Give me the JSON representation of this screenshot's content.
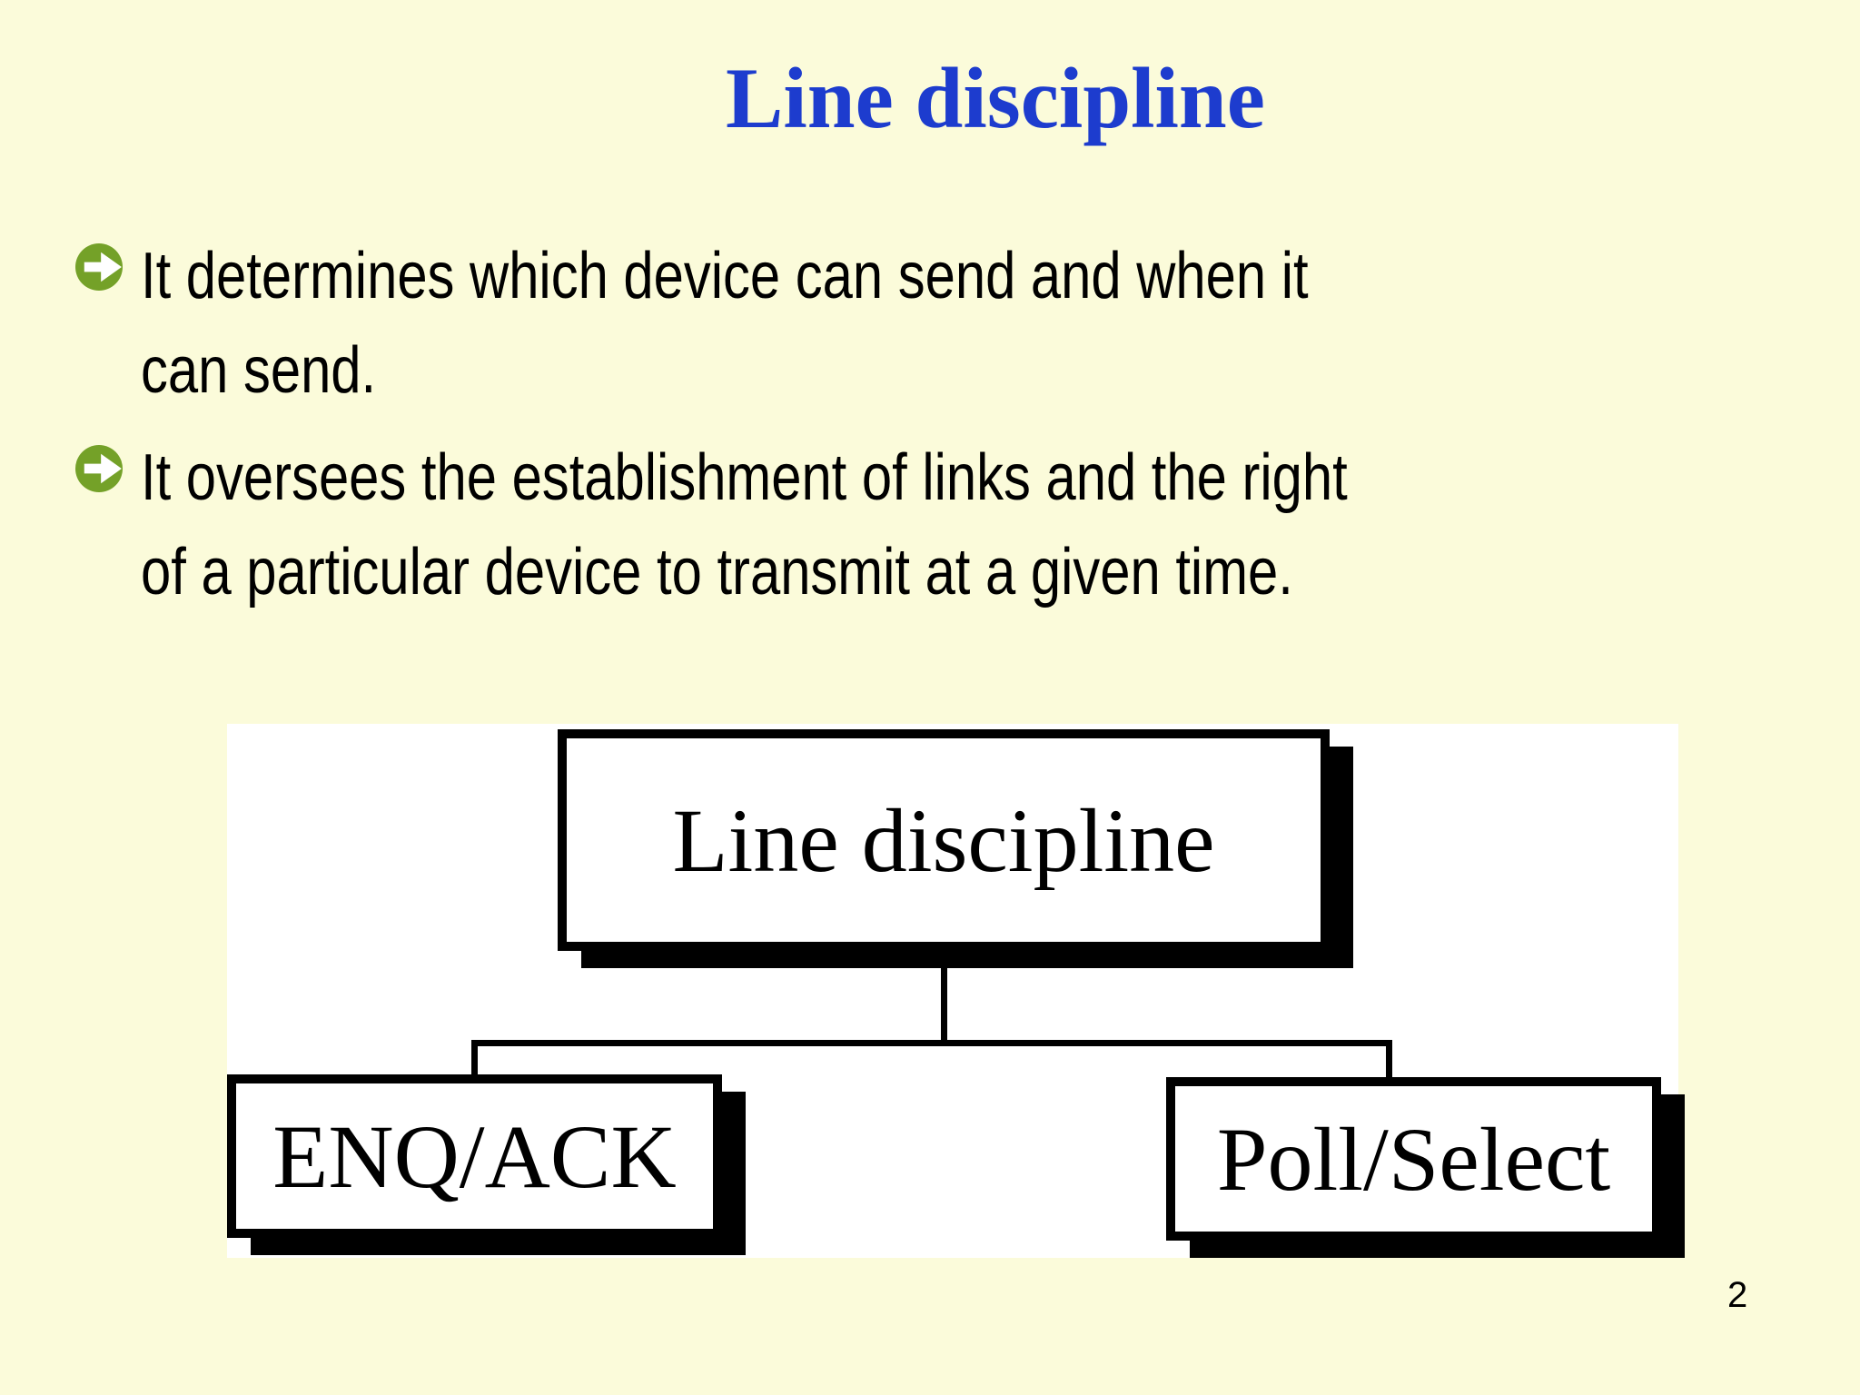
{
  "slide": {
    "title": "Line discipline",
    "bullets": [
      {
        "lines": [
          "It determines which device can send and when it",
          "can send."
        ]
      },
      {
        "lines": [
          "It oversees the establishment of links and the right",
          "of a particular device to transmit at a given time."
        ]
      }
    ],
    "diagram": {
      "root_label": "Line discipline",
      "children": [
        {
          "label": "ENQ/ACK"
        },
        {
          "label": "Poll/Select"
        }
      ]
    },
    "page_number": "2",
    "colors": {
      "background": "#fbfbda",
      "title_blue": "#1d3cce",
      "bullet_green": "#74a128",
      "diagram_bg": "#ffffff",
      "line_black": "#000000"
    }
  }
}
